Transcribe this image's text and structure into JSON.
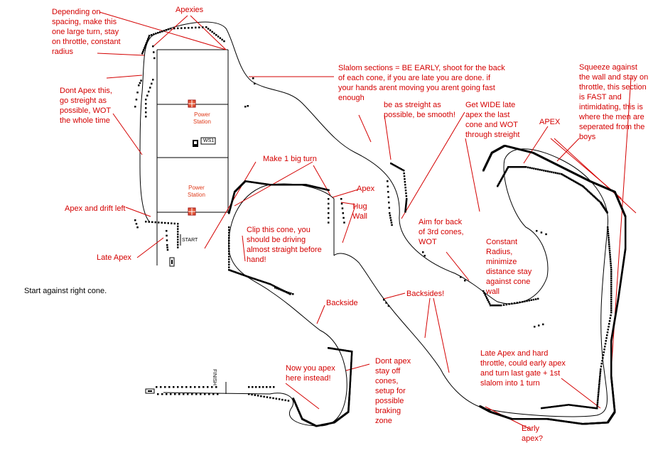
{
  "annotations": {
    "depending": [
      "Depending on",
      "spacing, make this",
      "one large turn, stay",
      "on throttle, constant",
      "radius"
    ],
    "apexies": "Apexies",
    "slalom": [
      "Slalom sections = BE EARLY, shoot for the back",
      "of each cone, if you are late you are done. if",
      "your hands arent moving you arent going fast",
      "enough"
    ],
    "squeeze": [
      "Squeeze against",
      "the wall and stay on",
      "throttle, this section",
      "is FAST and",
      "intimidating, this is",
      "where the men are",
      "seperated from the",
      "boys"
    ],
    "dont_apex_this": [
      "Dont Apex this,",
      "go streight as",
      "possible, WOT",
      "the whole time"
    ],
    "be_as_streight": [
      "be as streight as",
      "possible, be smooth!"
    ],
    "get_wide": [
      "Get WIDE late",
      "apex the last",
      "cone and WOT",
      "through streight"
    ],
    "apex_caps": "APEX",
    "make_1_big_turn": "Make 1 big turn",
    "apex": "Apex",
    "hug_wall": [
      "Hug",
      "Wall"
    ],
    "apex_drift": "Apex and drift left",
    "clip_cone": [
      "Clip this cone, you",
      "should be driving",
      "almost straight before",
      "hand!"
    ],
    "aim_back": [
      "Aim for back",
      "of 3rd cones,",
      "WOT"
    ],
    "constant_radius": [
      "Constant",
      "Radius,",
      "minimize",
      "distance stay",
      "against cone",
      "wall"
    ],
    "late_apex": "Late Apex",
    "backside": "Backside",
    "backsides": "Backsides!",
    "late_apex_hard": [
      "Late Apex and hard",
      "throttle, could early apex",
      "and turn last gate + 1st",
      "slalom into 1 turn"
    ],
    "now_you_apex": [
      "Now you apex",
      "here instead!"
    ],
    "dont_apex_stay": [
      "Dont apex",
      "stay off",
      "cones,",
      "setup for",
      "possible",
      "braking",
      "zone"
    ],
    "early_apex": [
      "Early",
      "apex?"
    ]
  },
  "labels": {
    "start_against": "Start against right cone.",
    "power_station_1": [
      "Power",
      "Station"
    ],
    "power_station_2": [
      "Power",
      "Station"
    ],
    "start": "START",
    "finish": "FINISH",
    "ws1": "WS1"
  },
  "colors": {
    "annotation": "#d40000",
    "station": "#e03a1a",
    "track": "#000000",
    "background": "#ffffff"
  }
}
